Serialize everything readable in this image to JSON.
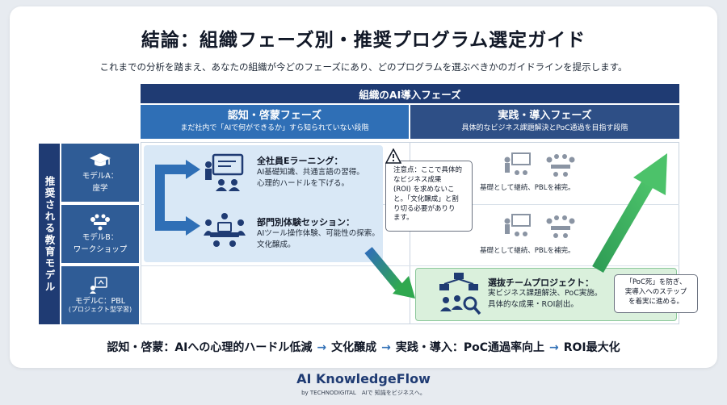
{
  "title": "結論：組織フェーズ別・推奨プログラム選定ガイド",
  "subtitle": "これまでの分析を踏まえ、あなたの組織が今どのフェーズにあり、どのプログラムを選ぶべきかのガイドラインを提示します。",
  "phase_header": "組織のAI導入フェーズ",
  "phases": [
    {
      "title": "認知・啓蒙フェーズ",
      "sub": "まだ社内で「AIで何ができるか」すら知られていない段階"
    },
    {
      "title": "実践・導入フェーズ",
      "sub": "具体的なビジネス課題解決とPoC通過を目指す段階"
    }
  ],
  "side_label": "推奨される教育モデル",
  "models": [
    {
      "label": "モデルA：",
      "label2": "座学",
      "icon": "lecture-icon"
    },
    {
      "label": "モデルB：",
      "label2": "ワークショップ",
      "icon": "workshop-icon"
    },
    {
      "label": "モデルC：PBL",
      "label2": "(プロジェクト型学習)",
      "icon": "project-icon"
    }
  ],
  "programs": {
    "elearning": {
      "title": "全社員Eラーニング：",
      "desc1": "AI基礎知識、共通言語の習得。",
      "desc2": "心理的ハードルを下げる。"
    },
    "session": {
      "title": "部門別体験セッション：",
      "desc1": "AIツール操作体験、可能性の探索。",
      "desc2": "文化醸成。"
    },
    "team_project": {
      "title": "選抜チームプロジェクト：",
      "desc1": "実ビジネス課題解決、PoC実施。",
      "desc2": "具体的な成果・ROI創出。"
    }
  },
  "supplement": {
    "row_a": "基礎として継続、PBLを補完。",
    "row_b": "基礎として継続、PBLを補完。"
  },
  "note1": {
    "lines": [
      "注意点：ここで具体的",
      "なビジネス成果",
      "(ROI) を求めないこ",
      "と。「文化醸成」と割",
      "り切る必要がありり",
      "ます。"
    ]
  },
  "note2": {
    "lines": [
      "「PoC死」を防ぎ、",
      "実導入へのステップ",
      "を着実に進める。"
    ]
  },
  "bottom": {
    "s1": "認知・啓蒙：AIへの心理的ハードル低減",
    "s2": "文化醸成",
    "s3": "実践・導入：PoC通過率向上",
    "s4": "ROI最大化",
    "arrow": "→"
  },
  "brand": {
    "name": "AI KnowledgeFlow",
    "sub": "by TECHNODIGITAL　AIで 知識をビジネスへ。"
  },
  "colors": {
    "navy": "#1f3b73",
    "blue": "#2f6fb6",
    "green": "#2fa84f"
  }
}
